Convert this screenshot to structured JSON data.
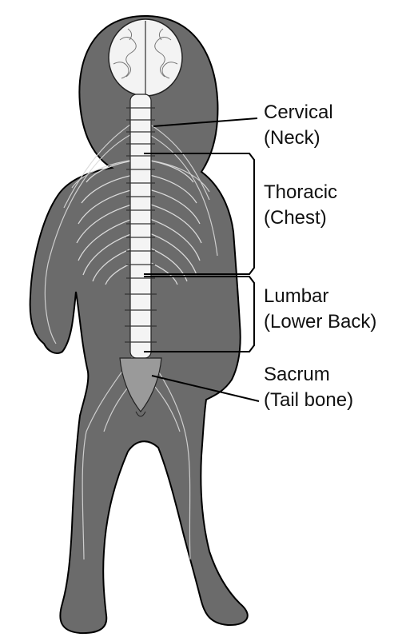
{
  "labels": {
    "cervical": {
      "name": "Cervical",
      "sub": "(Neck)"
    },
    "thoracic": {
      "name": "Thoracic",
      "sub": "(Chest)"
    },
    "lumbar": {
      "name": "Lumbar",
      "sub": "(Lower Back)"
    },
    "sacrum": {
      "name": "Sacrum",
      "sub": "(Tail bone)"
    }
  },
  "colors": {
    "body": "#6b6b6b",
    "outline": "#000000",
    "spine": "#f4f4f4",
    "nerve": "#d9d9d9",
    "text": "#111111"
  }
}
